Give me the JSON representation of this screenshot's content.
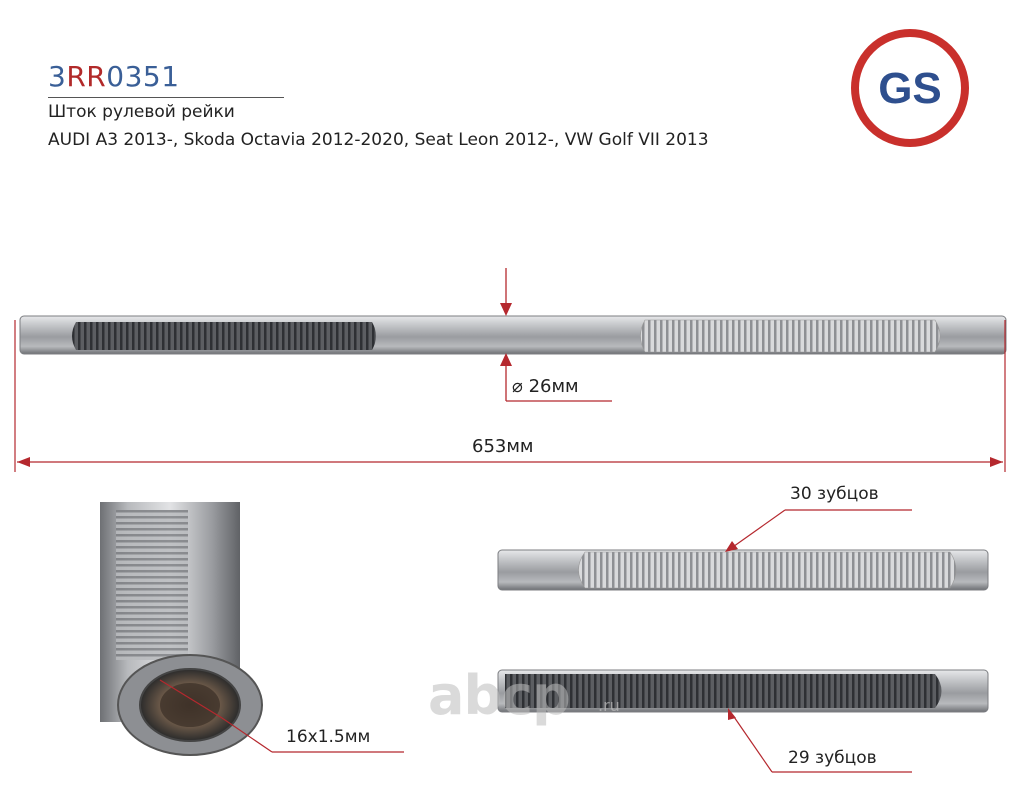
{
  "header": {
    "code_blue_1": "3",
    "code_red": "RR",
    "code_blue_2": "0351",
    "name": "Шток рулевой рейки",
    "applications": "AUDI A3 2013-, Skoda Octavia 2012-2020, Seat Leon 2012-, VW Golf VII 2013"
  },
  "logo": {
    "text": "GS",
    "ring_color": "#c9302c",
    "text_color": "#2e4f8e"
  },
  "dimensions": {
    "diameter": "26мм",
    "diameter_symbol": "⌀",
    "length": "653мм",
    "teeth_top": "30 зубцов",
    "teeth_bottom": "29 зубцов",
    "thread": "16x1.5мм"
  },
  "watermark": {
    "brand": "abcp",
    "tld": ".ru"
  },
  "colors": {
    "dimension_line": "#b5282e",
    "steel": "#a9abaf"
  }
}
